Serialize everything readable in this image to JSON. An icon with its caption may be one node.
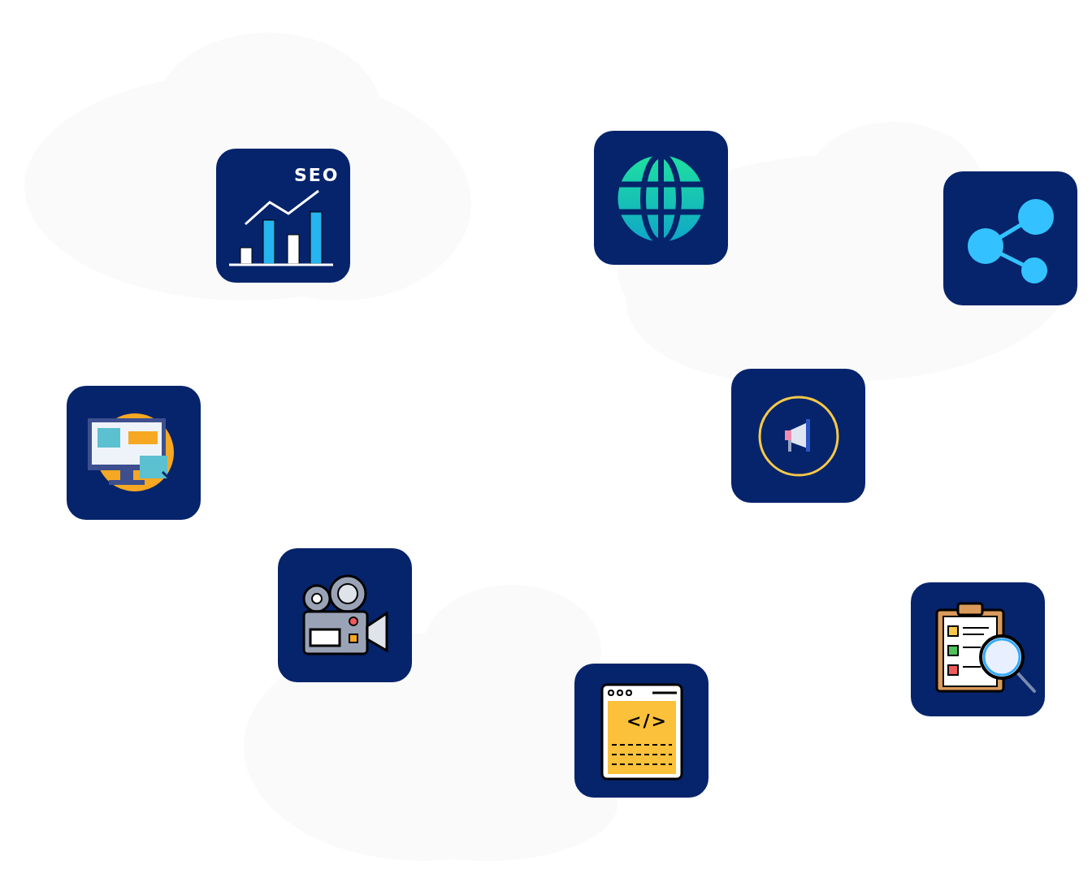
{
  "diagram": {
    "nodes": [
      {
        "text": [
          "SEO"
        ]
      },
      {
        "text": [],
        "shape": "picture"
      },
      {
        "text": [],
        "shape": "picture"
      },
      {
        "text": [],
        "shape": "picture"
      },
      {
        "text": [],
        "shape": "picture"
      },
      {
        "text": [],
        "shape": "picture"
      },
      {
        "text": [
          "</>"
        ]
      },
      {
        "text": [],
        "shape": "picture"
      }
    ]
  }
}
